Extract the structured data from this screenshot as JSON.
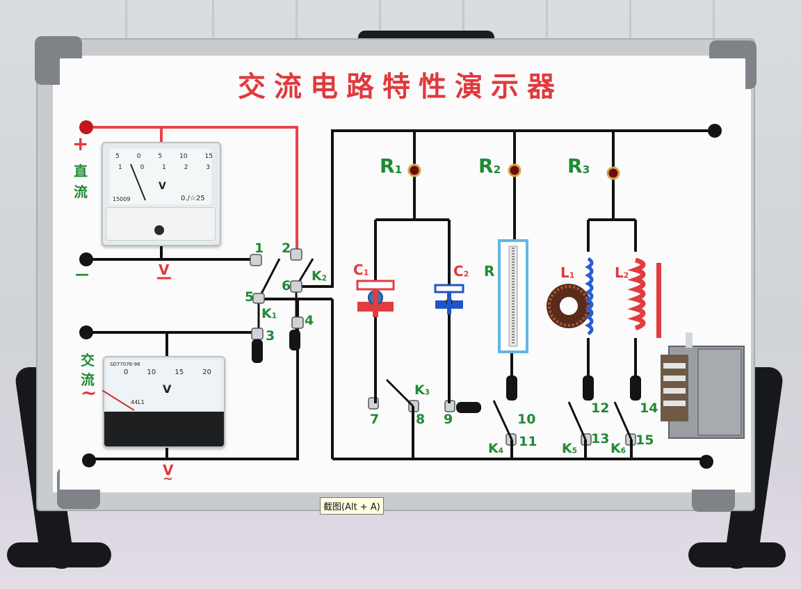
{
  "title": "交流电路特性演示器",
  "dc_section": {
    "plus_sign": "+",
    "label_line1": "直",
    "label_line2": "流",
    "minus_sign": "—",
    "voltmeter_symbol": "V"
  },
  "ac_section": {
    "label_line1": "交",
    "label_line2": "流",
    "tilde": "~",
    "voltmeter_symbol": "V"
  },
  "dc_meter": {
    "scale_top": [
      "5",
      "0",
      "5",
      "10",
      "15"
    ],
    "scale_bottom": [
      "1",
      "0",
      "1",
      "2",
      "3"
    ],
    "unit": "V",
    "model": "15009",
    "class_mark": "0.∕☆25"
  },
  "ac_meter": {
    "model_text": "SD77076-96",
    "scale": [
      "0",
      "10",
      "15",
      "20"
    ],
    "unit": "V",
    "brand": "44L1"
  },
  "terminals": {
    "t1": "1",
    "t2": "2",
    "t3": "3",
    "t4": "4",
    "t5": "5",
    "t6": "6",
    "t7": "7",
    "t8": "8",
    "t9": "9",
    "t10": "10",
    "t11": "11",
    "t12": "12",
    "t13": "13",
    "t14": "14",
    "t15": "15"
  },
  "switches": {
    "k1": "K",
    "k1_sub": "1",
    "k2": "K",
    "k2_sub": "2",
    "k3": "K",
    "k3_sub": "3",
    "k4": "K",
    "k4_sub": "4",
    "k5": "K",
    "k5_sub": "5",
    "k6": "K",
    "k6_sub": "6"
  },
  "components": {
    "r1": "R",
    "r1_sub": "1",
    "r2": "R",
    "r2_sub": "2",
    "r3": "R",
    "r3_sub": "3",
    "c1": "C",
    "c1_sub": "1",
    "c2": "C",
    "c2_sub": "2",
    "r": "R",
    "l1": "L",
    "l1_sub": "1",
    "l2": "L",
    "l2_sub": "2"
  },
  "tooltip": "截图(Alt + A)",
  "colors": {
    "title_red": "#e0393d",
    "label_green": "#1f8a35",
    "wire_black": "#111111",
    "wire_red": "#e8434a",
    "cap_red": "#e23b40",
    "cap_blue": "#1f55c8",
    "coil_blue": "#2a5cd6",
    "tube_cyan": "#5fb8e0"
  }
}
